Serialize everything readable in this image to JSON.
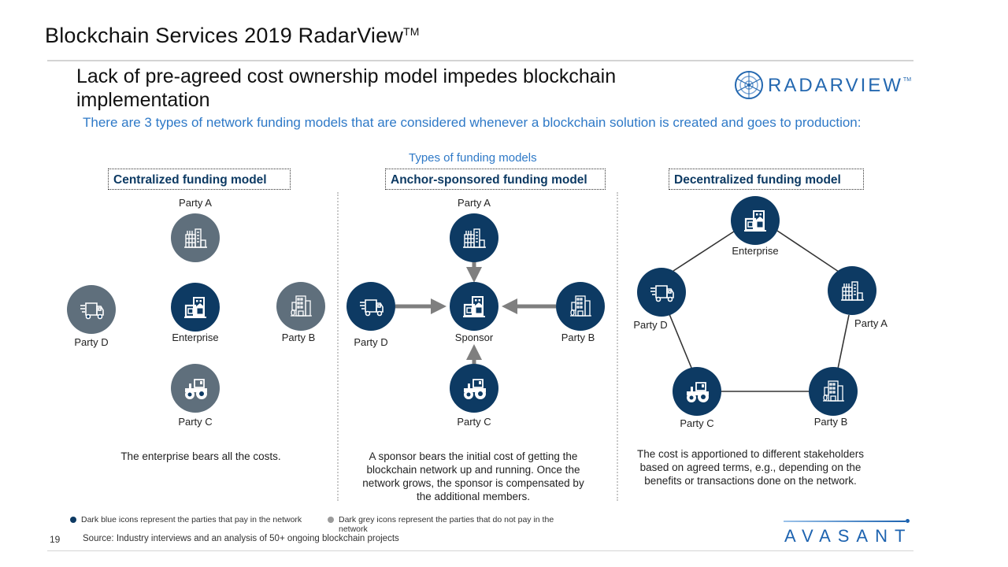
{
  "header": {
    "title": "Blockchain Services 2019 RadarView",
    "title_mark": "TM",
    "subtitle": "Lack of pre-agreed cost ownership model impedes blockchain implementation",
    "intro": "There are 3 types of network funding models that are considered whenever a blockchain solution is created and goes to production:",
    "types_label": "Types of funding models"
  },
  "logos": {
    "radarview": "RADARVIEW",
    "radarview_mark": "TM",
    "avasant": "AVASANT"
  },
  "colors": {
    "pay": "#0d3a63",
    "no_pay": "#5f6f7c",
    "accent_blue": "#2e79c7",
    "arrow": "#7f7f7f"
  },
  "models": [
    {
      "title": "Centralized funding model",
      "description": "The enterprise bears all the costs.",
      "nodes": [
        {
          "label": "Party A",
          "icon": "factory-icon",
          "status": "nopay"
        },
        {
          "label": "Party D",
          "icon": "delivery-truck-icon",
          "status": "nopay"
        },
        {
          "label": "Enterprise",
          "icon": "enterprise-building-icon",
          "status": "pay"
        },
        {
          "label": "Party B",
          "icon": "office-building-icon",
          "status": "nopay"
        },
        {
          "label": "Party C",
          "icon": "tractor-icon",
          "status": "nopay"
        }
      ]
    },
    {
      "title": "Anchor-sponsored funding model",
      "description": "A sponsor bears the initial cost of getting the blockchain network up and running. Once the network grows, the sponsor is compensated by the additional members.",
      "nodes": [
        {
          "label": "Party A",
          "icon": "factory-icon",
          "status": "pay"
        },
        {
          "label": "Party D",
          "icon": "delivery-truck-icon",
          "status": "pay"
        },
        {
          "label": "Sponsor",
          "icon": "enterprise-building-icon",
          "status": "pay"
        },
        {
          "label": "Party B",
          "icon": "office-building-icon",
          "status": "pay"
        },
        {
          "label": "Party C",
          "icon": "tractor-icon",
          "status": "pay"
        }
      ],
      "edges": [
        [
          "Party A",
          "Sponsor"
        ],
        [
          "Party D",
          "Sponsor"
        ],
        [
          "Party B",
          "Sponsor"
        ],
        [
          "Party C",
          "Sponsor"
        ]
      ]
    },
    {
      "title": "Decentralized funding model",
      "description": "The cost is apportioned to different stakeholders based on agreed terms, e.g., depending on the benefits or transactions done on the network.",
      "nodes": [
        {
          "label": "Enterprise",
          "icon": "enterprise-building-icon",
          "status": "pay"
        },
        {
          "label": "Party A",
          "icon": "factory-icon",
          "status": "pay"
        },
        {
          "label": "Party B",
          "icon": "office-building-icon",
          "status": "pay"
        },
        {
          "label": "Party C",
          "icon": "tractor-icon",
          "status": "pay"
        },
        {
          "label": "Party D",
          "icon": "delivery-truck-icon",
          "status": "pay"
        }
      ],
      "edges": [
        [
          "Enterprise",
          "Party A"
        ],
        [
          "Party A",
          "Party B"
        ],
        [
          "Party B",
          "Party C"
        ],
        [
          "Party C",
          "Party D"
        ],
        [
          "Party D",
          "Enterprise"
        ]
      ]
    }
  ],
  "legend": [
    {
      "text": "Dark blue icons represent the parties that pay in the network",
      "status": "pay"
    },
    {
      "text": "Dark grey icons represent the parties that do not pay in the network",
      "status": "nopay"
    }
  ],
  "footer": {
    "page_number": "19",
    "source": "Source: Industry interviews and an analysis of 50+ ongoing blockchain projects"
  }
}
